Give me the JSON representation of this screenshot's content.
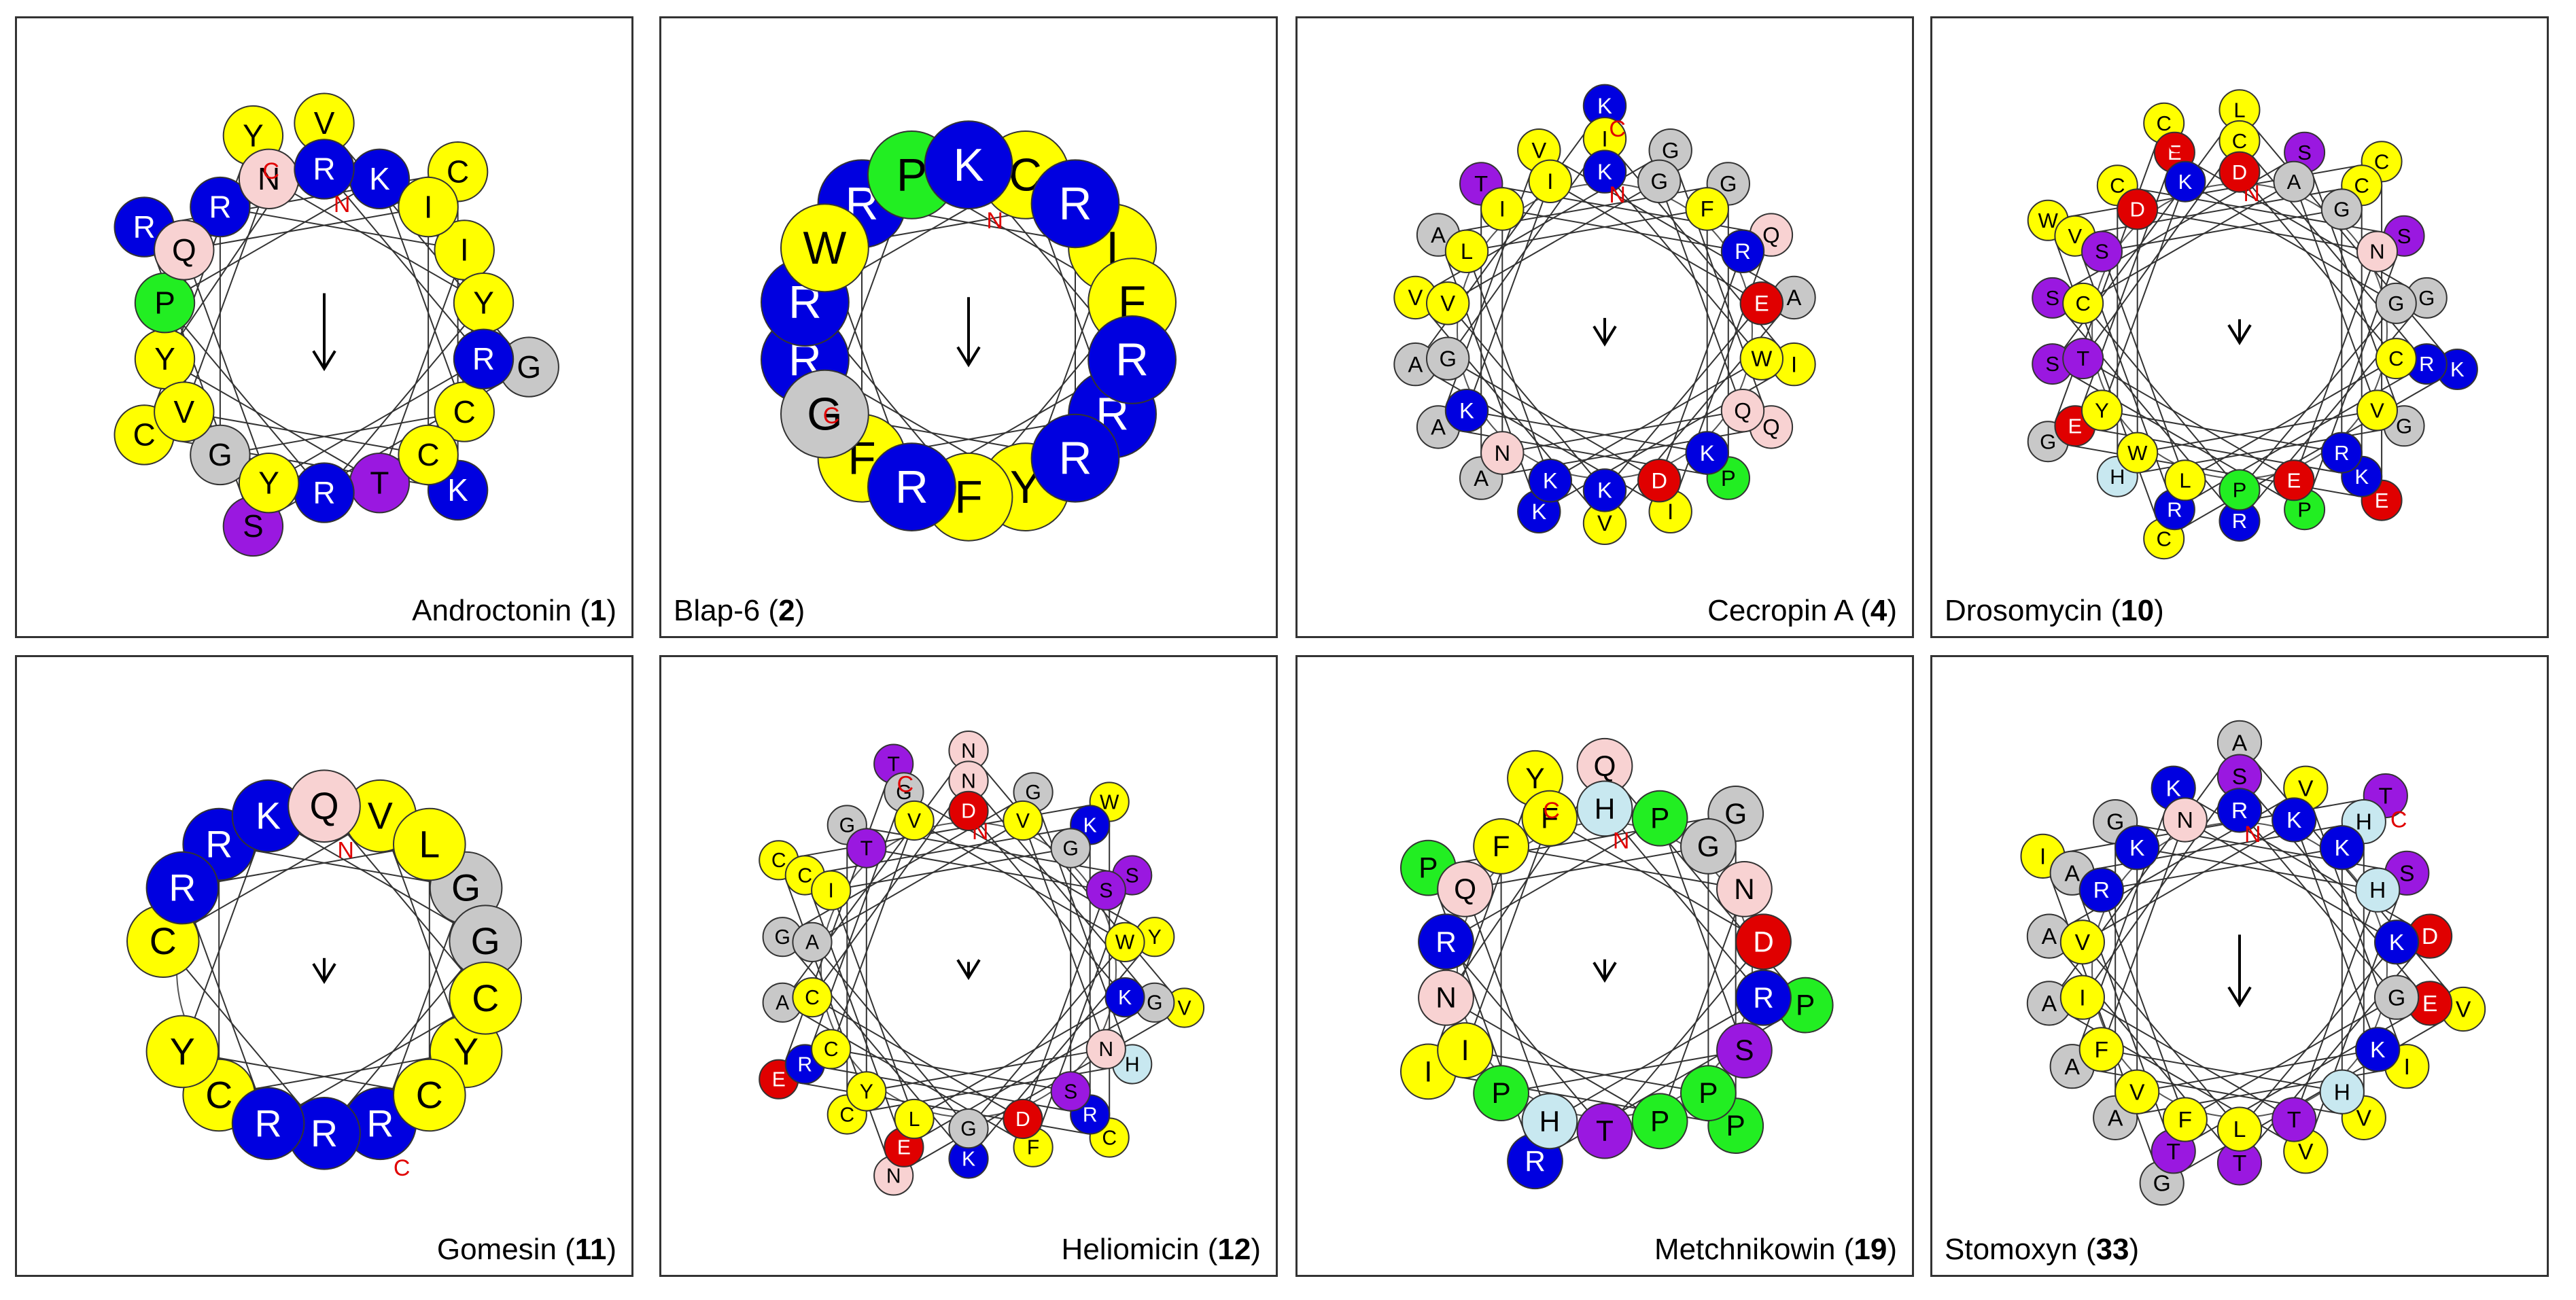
{
  "figure": {
    "panels": [
      {
        "name": "Androctonin",
        "number": "1",
        "caption_side": "right",
        "arrow_len": 0.29,
        "residue_size": 0.8,
        "residues": [
          "R",
          "R",
          "Y",
          "Q",
          "I",
          "C",
          "V",
          "N",
          "Y",
          "R",
          "P",
          "K",
          "C",
          "G",
          "R",
          "I",
          "T",
          "Y",
          "V",
          "G",
          "S",
          "R",
          "C",
          "K",
          "C",
          "Y"
        ]
      },
      {
        "name": "Blap-6",
        "number": "2",
        "caption_side": "left",
        "arrow_len": 0.26,
        "residue_size": 1.0,
        "residues": [
          "K",
          "R",
          "R",
          "W",
          "R",
          "R",
          "G",
          "P",
          "F",
          "F",
          "R",
          "C",
          "R",
          "F",
          "R",
          "I",
          "Y",
          "R"
        ]
      },
      {
        "name": "Cecropin A",
        "number": "4",
        "caption_side": "right",
        "arrow_len": 0.1,
        "residue_size": 0.72,
        "residues": [
          "K",
          "W",
          "K",
          "L",
          "F",
          "K",
          "K",
          "I",
          "E",
          "K",
          "V",
          "G",
          "Q",
          "N",
          "I",
          "R",
          "D",
          "G",
          "I",
          "I",
          "K",
          "A",
          "G",
          "P",
          "A",
          "V",
          "A",
          "V",
          "V",
          "G",
          "Q",
          "A",
          "T",
          "Q",
          "I",
          "A",
          "K"
        ]
      },
      {
        "name": "Drosomycin",
        "number": "10",
        "caption_side": "left",
        "arrow_len": 0.09,
        "residue_size": 0.68,
        "residues": [
          "D",
          "C",
          "L",
          "S",
          "G",
          "R",
          "Y",
          "K",
          "G",
          "P",
          "C",
          "A",
          "V",
          "W",
          "D",
          "N",
          "E",
          "T",
          "C",
          "R",
          "R",
          "V",
          "C",
          "K",
          "E",
          "E",
          "G",
          "R",
          "S",
          "S",
          "G",
          "H",
          "C",
          "S",
          "P",
          "S",
          "L",
          "K",
          "C",
          "W",
          "C",
          "E",
          "G",
          "C"
        ]
      },
      {
        "name": "Gomesin",
        "number": "11",
        "caption_side": "right",
        "arrow_len": 0.09,
        "residue_size": 0.82,
        "residues": [
          "Q",
          "C",
          "R",
          "R",
          "L",
          "C",
          "Y",
          "K",
          "G",
          "R",
          "C",
          "V",
          "Y",
          "C",
          "R",
          "G",
          "R"
        ]
      },
      {
        "name": "Heliomicin",
        "number": "12",
        "caption_side": "right",
        "arrow_len": 0.06,
        "residue_size": 0.66,
        "residues": [
          "D",
          "K",
          "L",
          "I",
          "G",
          "S",
          "C",
          "V",
          "W",
          "G",
          "A",
          "V",
          "N",
          "Y",
          "T",
          "S",
          "D",
          "C",
          "N",
          "G",
          "E",
          "C",
          "K",
          "R",
          "R",
          "G",
          "Y",
          "K",
          "G",
          "G",
          "H",
          "C",
          "G",
          "S",
          "F",
          "A",
          "N",
          "V",
          "N",
          "C",
          "W",
          "C",
          "E",
          "T"
        ]
      },
      {
        "name": "Metchnikowin",
        "number": "19",
        "caption_side": "right",
        "arrow_len": 0.08,
        "residue_size": 0.74,
        "residues": [
          "H",
          "R",
          "H",
          "Q",
          "G",
          "P",
          "I",
          "F",
          "D",
          "T",
          "R",
          "P",
          "S",
          "P",
          "F",
          "N",
          "P",
          "N",
          "Q",
          "P",
          "R",
          "P",
          "G",
          "P",
          "I",
          "Y"
        ]
      },
      {
        "name": "Stomoxyn",
        "number": "33",
        "caption_side": "left",
        "arrow_len": 0.27,
        "residue_size": 0.74,
        "residues": [
          "R",
          "G",
          "F",
          "R",
          "K",
          "H",
          "F",
          "N",
          "K",
          "L",
          "V",
          "K",
          "K",
          "V",
          "K",
          "H",
          "T",
          "I",
          "S",
          "E",
          "T",
          "A",
          "H",
          "V",
          "A",
          "K",
          "D",
          "T",
          "A",
          "V",
          "I",
          "A",
          "G",
          "S",
          "V",
          "A",
          "A",
          "V",
          "G",
          "I",
          "T"
        ]
      }
    ]
  },
  "chart_data": {
    "type": "helical-wheel",
    "colors": {
      "blue": "#0000e0",
      "yellow": "#ffff00",
      "red": "#e00000",
      "green": "#22ee22",
      "purple": "#9a18e0",
      "pink": "#f8d2d2",
      "lightblue": "#c8e8f0",
      "gray": "#c8c8c8",
      "terminus": "#e00000"
    },
    "residue_colors": {
      "R": "blue",
      "K": "blue",
      "Y": "yellow",
      "F": "yellow",
      "W": "yellow",
      "I": "yellow",
      "L": "yellow",
      "V": "yellow",
      "C": "yellow",
      "M": "yellow",
      "D": "red",
      "E": "red",
      "P": "green",
      "S": "purple",
      "T": "purple",
      "N": "pink",
      "Q": "pink",
      "H": "lightblue",
      "G": "gray",
      "A": "gray"
    },
    "terminus_labels": {
      "n": "N",
      "c": "C"
    }
  }
}
